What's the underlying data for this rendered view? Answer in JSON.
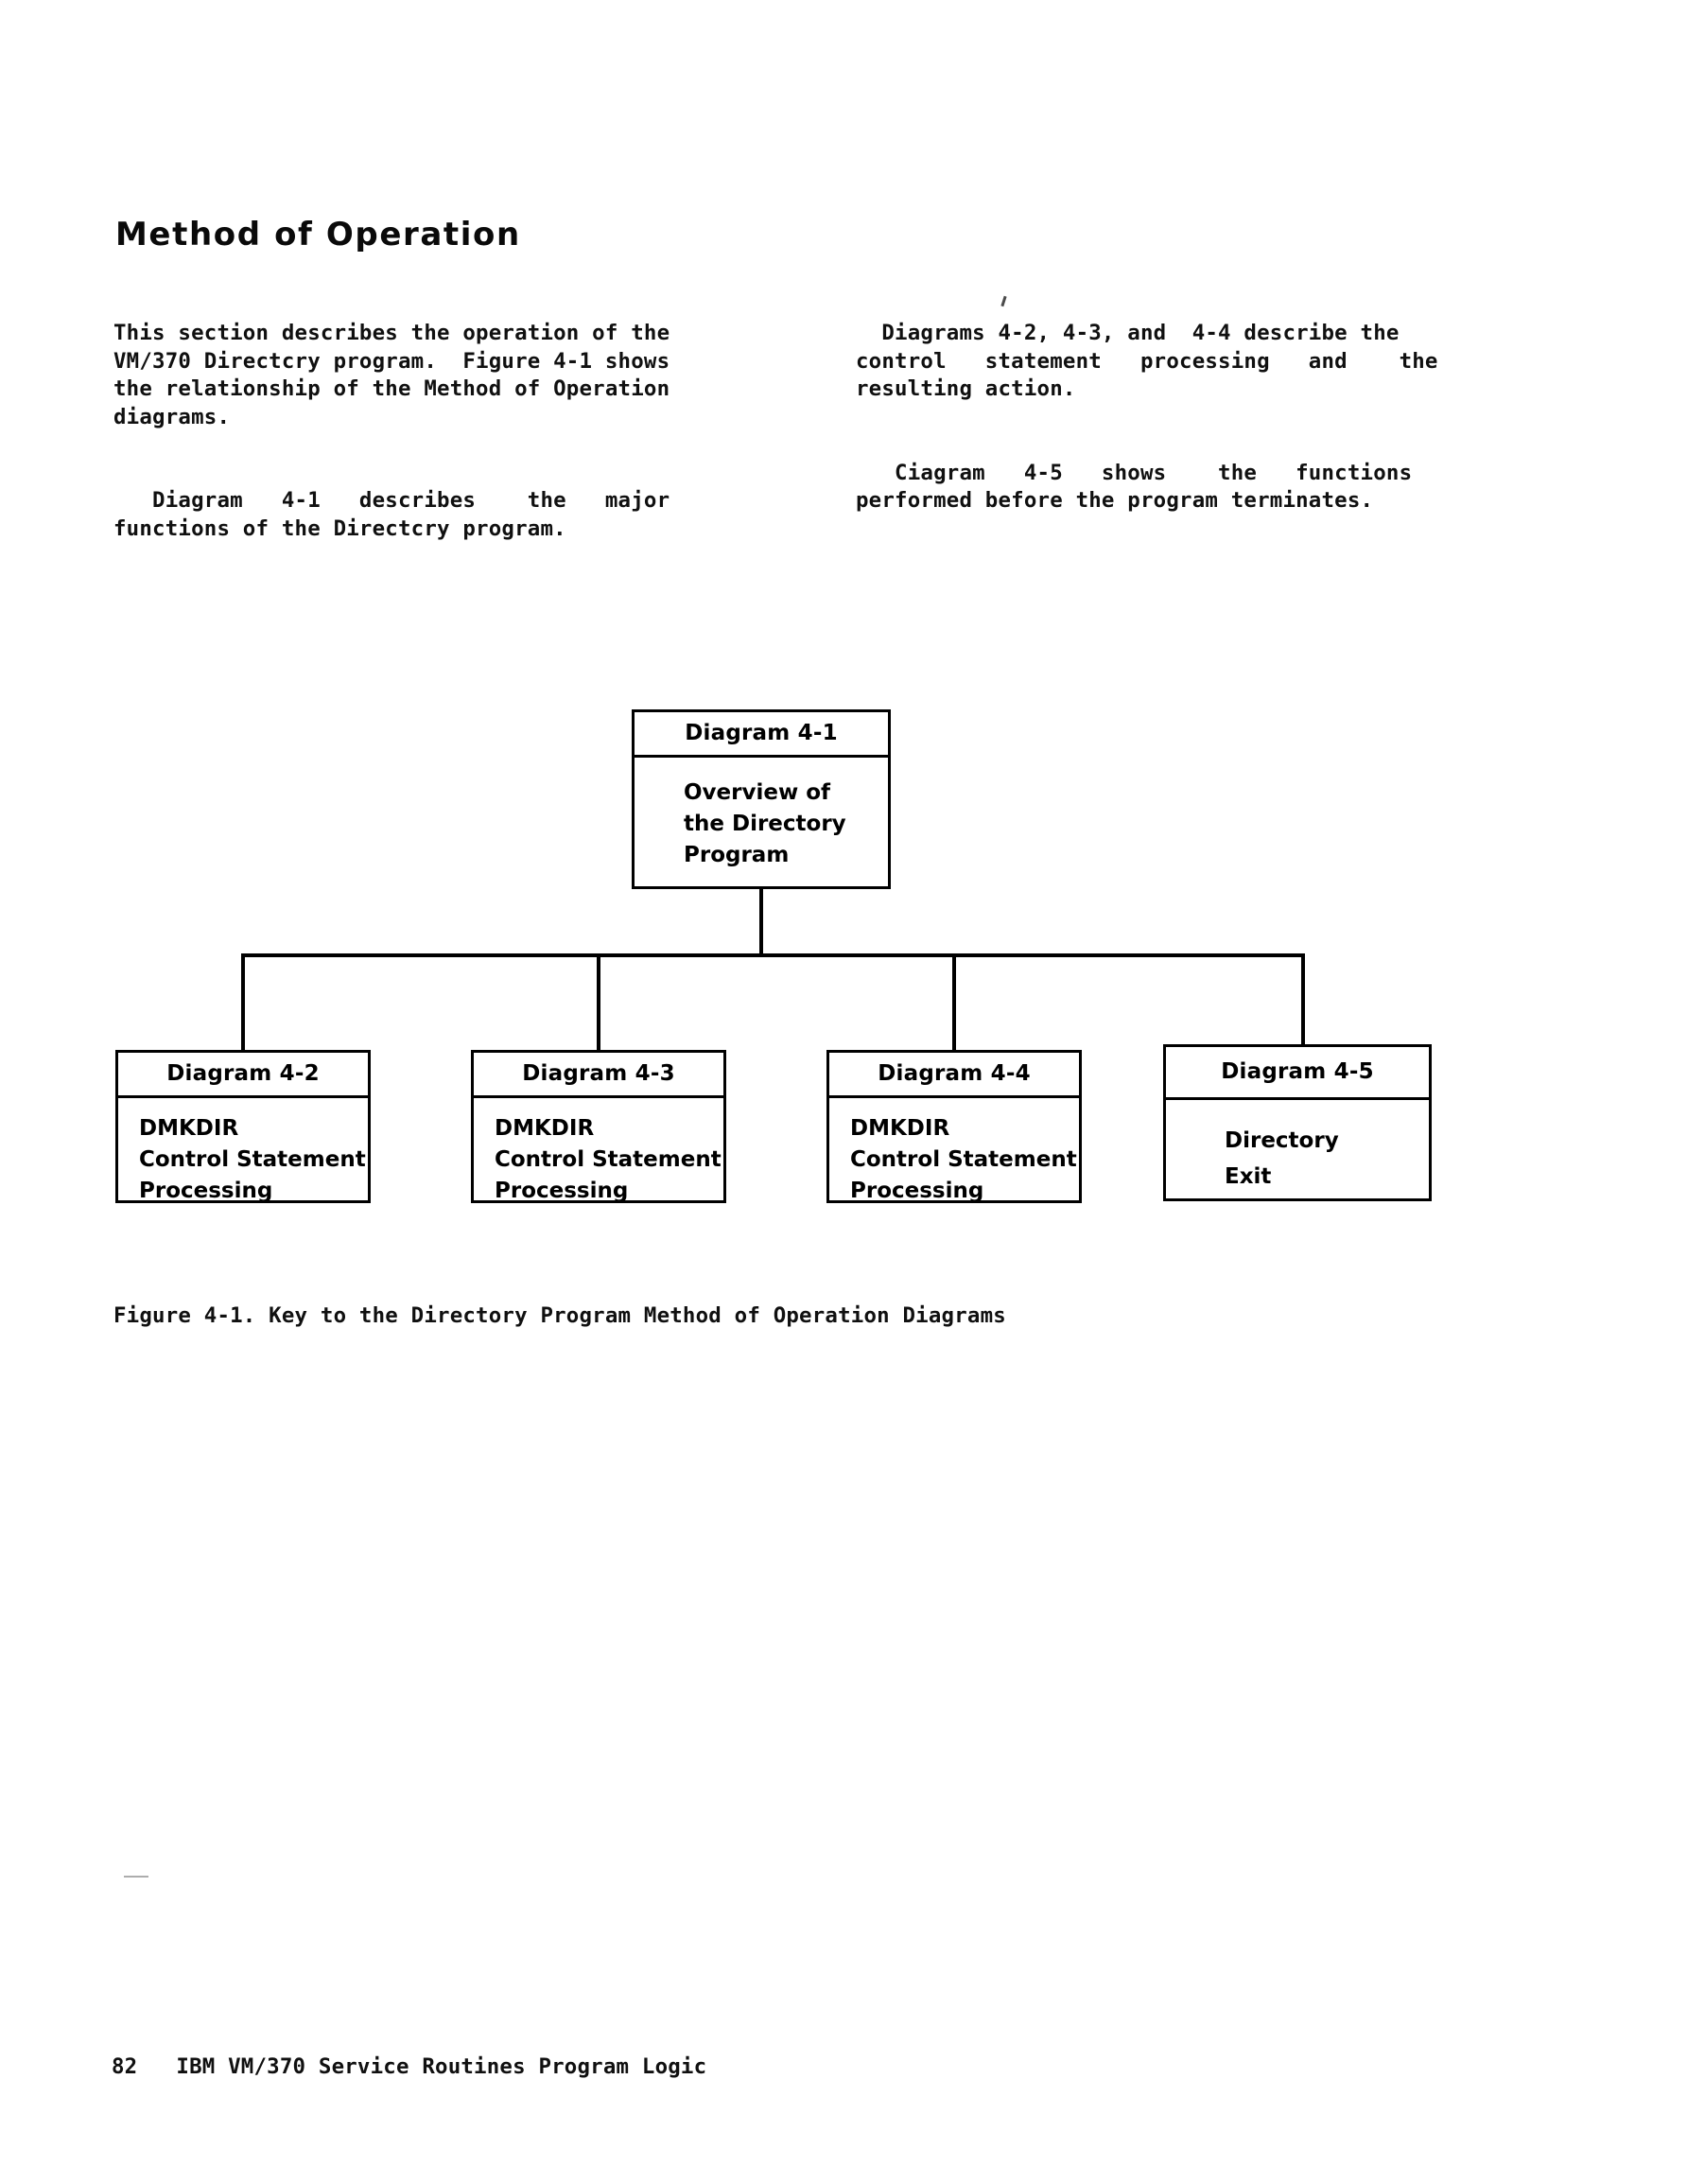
{
  "heading": "Method of Operation",
  "columns": {
    "left": [
      "This section describes the operation of the\nVM/370 Directcry program.  Figure 4-1 shows\nthe relationship of the Method of Operation\ndiagrams.",
      "   Diagram   4-1   describes    the   major\nfunctions of the Directcry program."
    ],
    "right": [
      "  Diagrams 4-2, 4-3, and  4-4 describe the\ncontrol   statement   processing   and    the\nresulting action.",
      "   Ciagram   4-5   shows    the   functions\nperformed before the program terminates."
    ]
  },
  "diagram": {
    "root": {
      "header": "Diagram 4-1",
      "body": "Overview of\nthe Directory\nProgram"
    },
    "children": [
      {
        "header": "Diagram 4-2",
        "body": "DMKDIR\nControl Statement\nProcessing"
      },
      {
        "header": "Diagram 4-3",
        "body": "DMKDIR\nControl Statement\nProcessing"
      },
      {
        "header": "Diagram 4-4",
        "body": "DMKDIR\nControl Statement\nProcessing"
      },
      {
        "header": "Diagram 4-5",
        "body": "Directory\nExit"
      }
    ]
  },
  "figure_caption": "Figure 4-1. Key to the Directory Program Method of Operation Diagrams",
  "footer": {
    "page_number": "82",
    "text": "82   IBM VM/370 Service Routines Program Logic"
  },
  "colors": {
    "ink": "#000000",
    "paper": "#ffffff"
  }
}
